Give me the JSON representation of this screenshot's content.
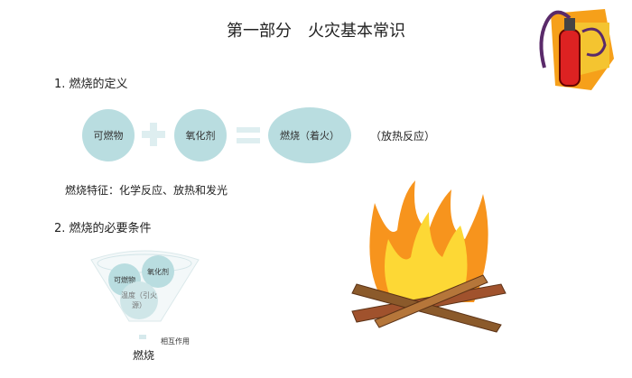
{
  "title": "第一部分　火灾基本常识",
  "section1": {
    "heading": "1. 燃烧的定义",
    "item1": "可燃物",
    "item2": "氧化剂",
    "result": "燃烧（着火）",
    "note": "（放热反应）",
    "features": "燃烧特征：化学反应、放热和发光"
  },
  "section2": {
    "heading": "2. 燃烧的必要条件",
    "funnel": {
      "c1": "可燃物",
      "c2": "氧化剂",
      "c3": "温度（引火源）",
      "interaction": "相互作用",
      "output": "燃烧"
    }
  },
  "colors": {
    "circle": "#b9dde0",
    "op": "#deeef0"
  }
}
